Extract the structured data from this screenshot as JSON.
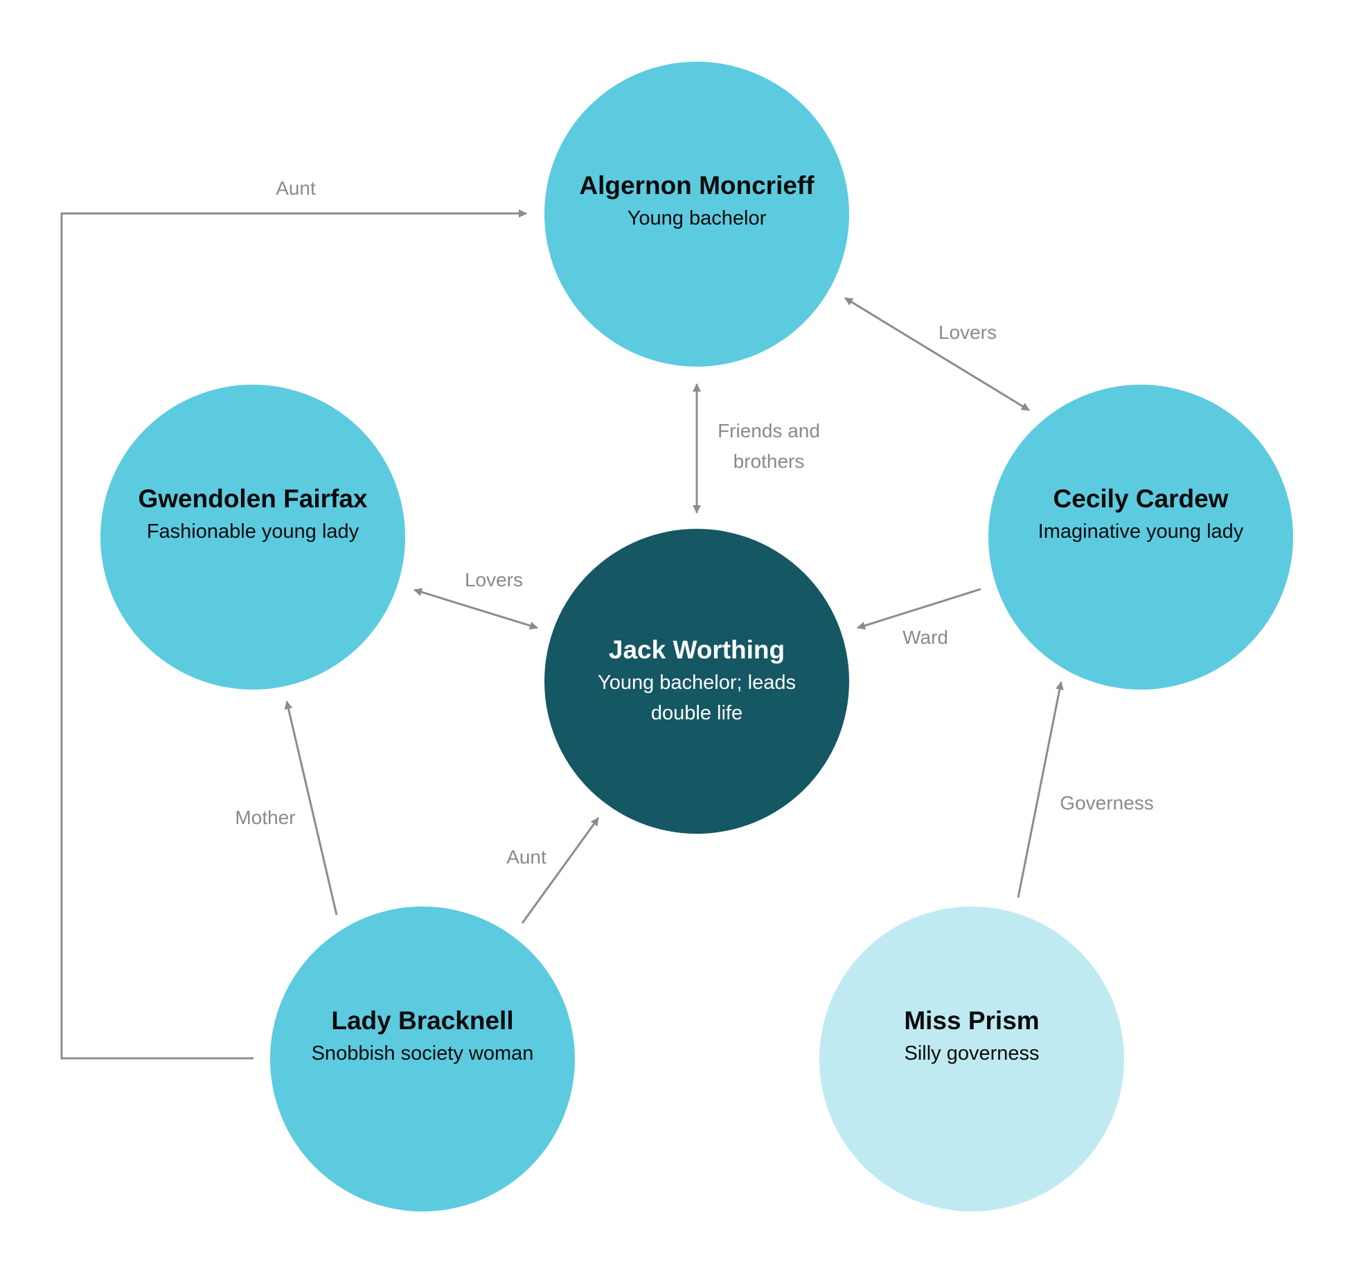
{
  "colors": {
    "node_primary": "#5ccbe0",
    "node_center": "#155763",
    "node_light": "#bfeaf2",
    "edge": "#8c8c8c",
    "edge_label": "#8a8a8a"
  },
  "nodes": {
    "algernon": {
      "name": "Algernon Moncrieff",
      "role": "Young bachelor"
    },
    "gwendolen": {
      "name": "Gwendolen Fairfax",
      "role": "Fashionable young lady"
    },
    "jack": {
      "name": "Jack Worthing",
      "role": "Young bachelor; leads double life"
    },
    "cecily": {
      "name": "Cecily Cardew",
      "role": "Imaginative young lady"
    },
    "bracknell": {
      "name": "Lady Bracknell",
      "role": "Snobbish society woman"
    },
    "prism": {
      "name": "Miss Prism",
      "role": "Silly governess"
    }
  },
  "edges": {
    "aunt_bracknell_algernon": {
      "label": "Aunt",
      "from": "Lady Bracknell",
      "to": "Algernon Moncrieff",
      "direction": "one-way"
    },
    "lovers_algernon_cecily": {
      "label": "Lovers",
      "from": "Algernon Moncrieff",
      "to": "Cecily Cardew",
      "direction": "two-way"
    },
    "friends_algernon_jack": {
      "label": "Friends and brothers",
      "from": "Algernon Moncrieff",
      "to": "Jack Worthing",
      "direction": "two-way"
    },
    "lovers_gwendolen_jack": {
      "label": "Lovers",
      "from": "Gwendolen Fairfax",
      "to": "Jack Worthing",
      "direction": "two-way"
    },
    "ward_cecily_jack": {
      "label": "Ward",
      "from": "Cecily Cardew",
      "to": "Jack Worthing",
      "direction": "one-way"
    },
    "governess_prism_cecily": {
      "label": "Governess",
      "from": "Miss Prism",
      "to": "Cecily Cardew",
      "direction": "one-way"
    },
    "mother_bracknell_gwendolen": {
      "label": "Mother",
      "from": "Lady Bracknell",
      "to": "Gwendolen Fairfax",
      "direction": "one-way"
    },
    "aunt_bracknell_jack": {
      "label": "Aunt",
      "from": "Lady Bracknell",
      "to": "Jack Worthing",
      "direction": "one-way"
    }
  }
}
